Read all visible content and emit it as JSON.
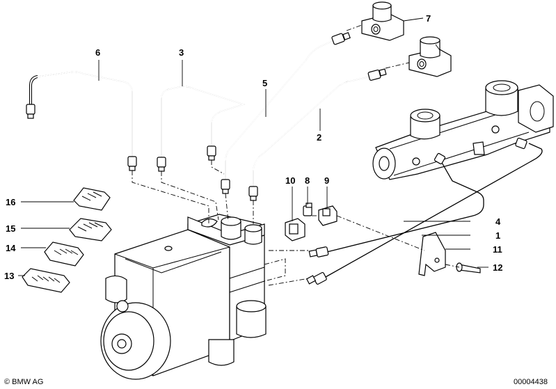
{
  "diagram": {
    "callouts": [
      {
        "id": "c1",
        "label": "1"
      },
      {
        "id": "c2",
        "label": "2"
      },
      {
        "id": "c3",
        "label": "3"
      },
      {
        "id": "c4",
        "label": "4"
      },
      {
        "id": "c5",
        "label": "5"
      },
      {
        "id": "c6",
        "label": "6"
      },
      {
        "id": "c7",
        "label": "7"
      },
      {
        "id": "c8",
        "label": "8"
      },
      {
        "id": "c9",
        "label": "9"
      },
      {
        "id": "c10",
        "label": "10"
      },
      {
        "id": "c11",
        "label": "11"
      },
      {
        "id": "c12",
        "label": "12"
      },
      {
        "id": "c13",
        "label": "13"
      },
      {
        "id": "c14",
        "label": "14"
      },
      {
        "id": "c15",
        "label": "15"
      },
      {
        "id": "c16",
        "label": "16"
      }
    ]
  },
  "footer": {
    "copyright": "© BMW AG",
    "diagram_number": "00004438"
  }
}
